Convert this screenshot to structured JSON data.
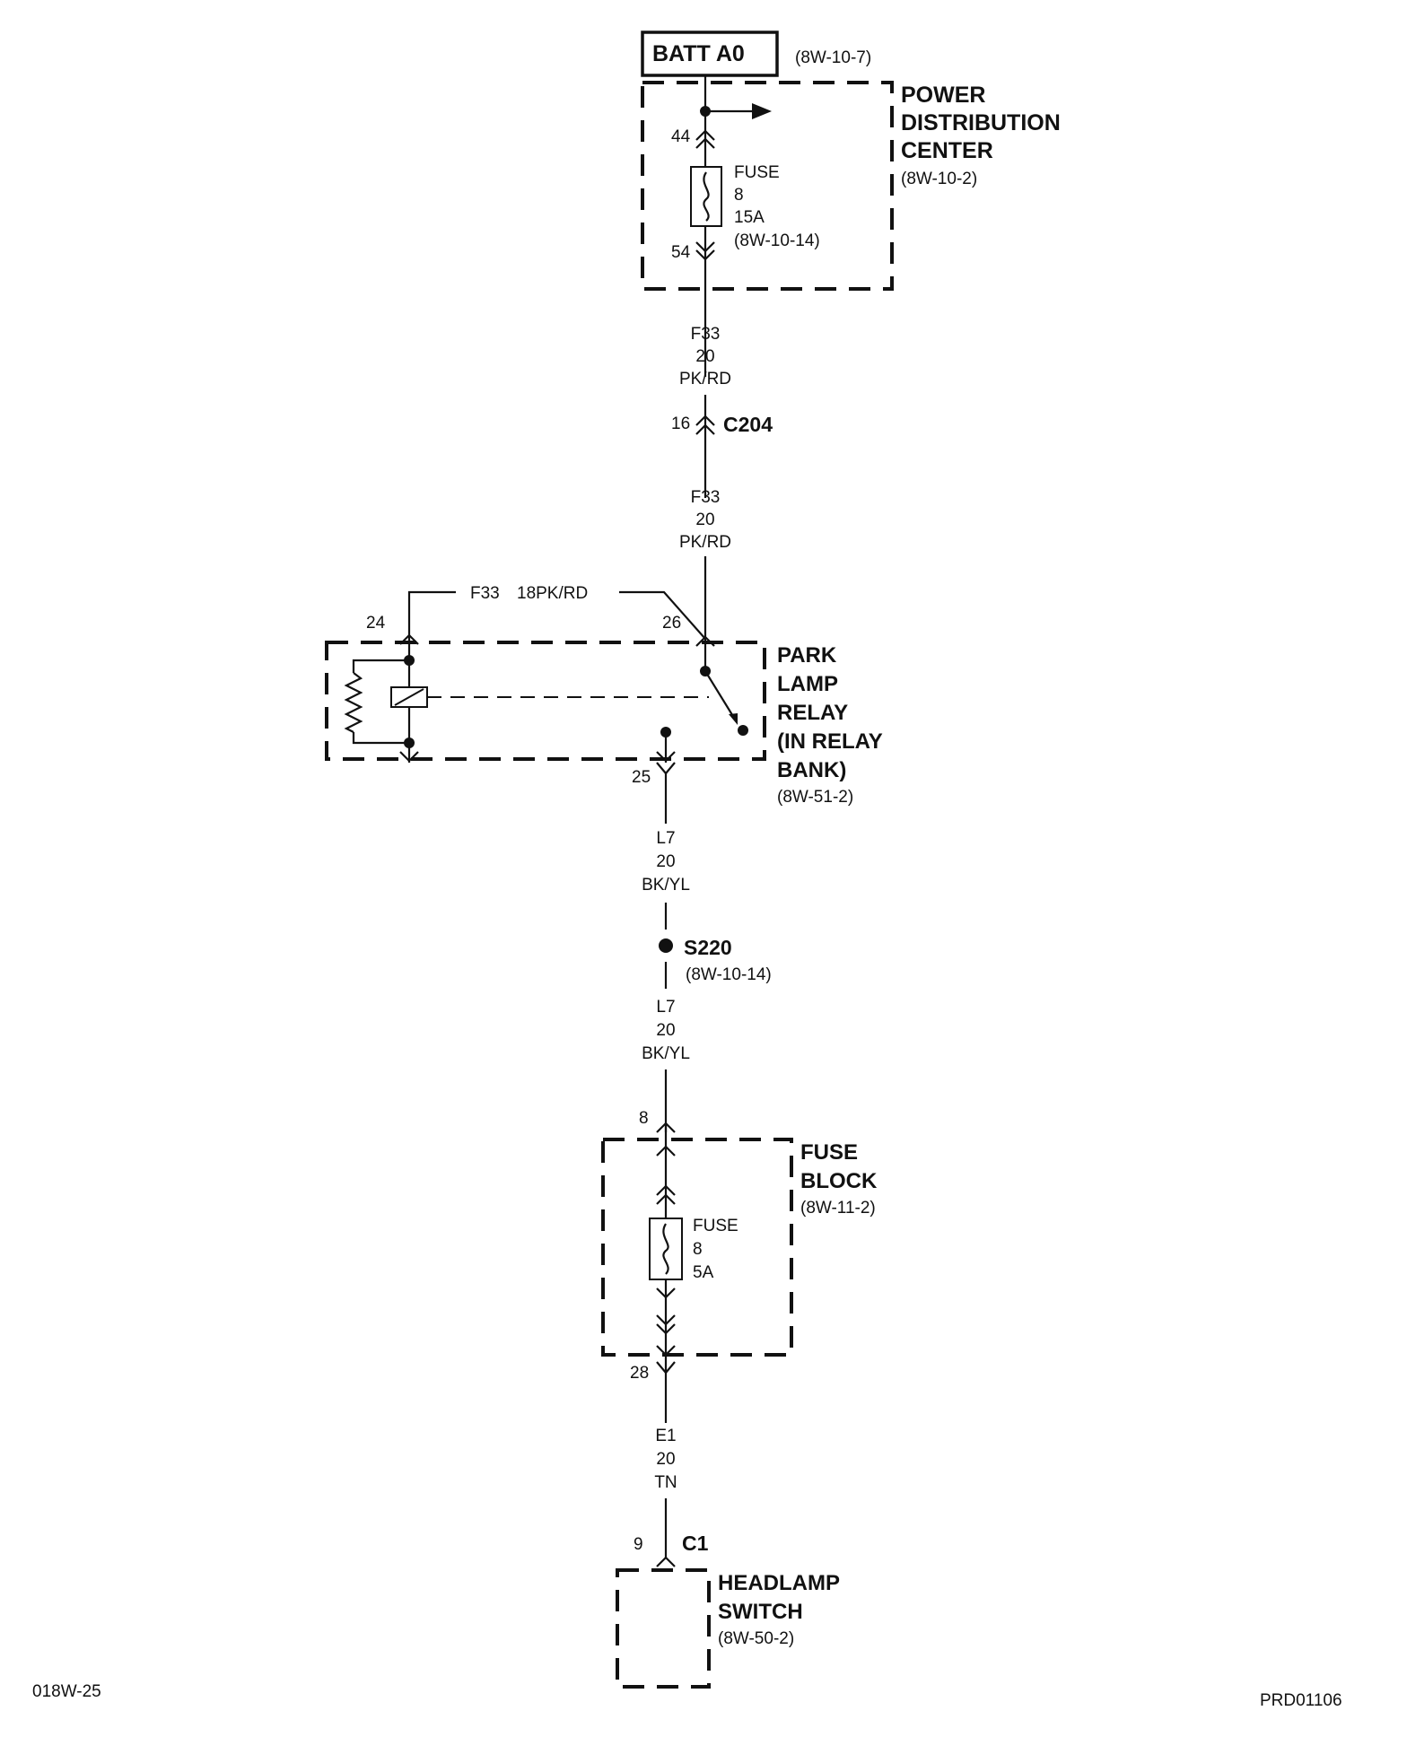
{
  "battery": {
    "label": "BATT A0",
    "ref": "(8W-10-7)"
  },
  "pdc": {
    "name_lines": [
      "POWER",
      "DISTRIBUTION",
      "CENTER"
    ],
    "ref": "(8W-10-2)",
    "pin_in": "44",
    "pin_out": "54",
    "fuse": {
      "label": "FUSE",
      "number": "8",
      "rating": "15A",
      "ref": "(8W-10-14)"
    }
  },
  "wire_f33_upper": {
    "circuit": "F33",
    "gauge": "20",
    "color": "PK/RD"
  },
  "connector_c204": {
    "name": "C204",
    "pin": "16"
  },
  "wire_f33_lower": {
    "circuit": "F33",
    "gauge": "20",
    "color": "PK/RD"
  },
  "wire_f33_jumper": {
    "circuit": "F33",
    "spec": "18PK/RD"
  },
  "relay": {
    "name_lines": [
      "PARK",
      "LAMP",
      "RELAY",
      "(IN RELAY",
      "BANK)"
    ],
    "ref": "(8W-51-2)",
    "pin_coil": "24",
    "pin_common": "26",
    "pin_output": "25"
  },
  "wire_l7_upper": {
    "circuit": "L7",
    "gauge": "20",
    "color": "BK/YL"
  },
  "splice": {
    "name": "S220",
    "ref": "(8W-10-14)"
  },
  "wire_l7_lower": {
    "circuit": "L7",
    "gauge": "20",
    "color": "BK/YL"
  },
  "fuse_block": {
    "name_lines": [
      "FUSE",
      "BLOCK"
    ],
    "ref": "(8W-11-2)",
    "pin_in": "8",
    "pin_out": "28",
    "fuse": {
      "label": "FUSE",
      "number": "8",
      "rating": "5A"
    }
  },
  "wire_e1": {
    "circuit": "E1",
    "gauge": "20",
    "color": "TN"
  },
  "connector_c1": {
    "name": "C1",
    "pin": "9"
  },
  "headlamp_switch": {
    "name_lines": [
      "HEADLAMP",
      "SWITCH"
    ],
    "ref": "(8W-50-2)"
  },
  "footer": {
    "left_code": "018W-25",
    "right_code": "PRD01106"
  }
}
